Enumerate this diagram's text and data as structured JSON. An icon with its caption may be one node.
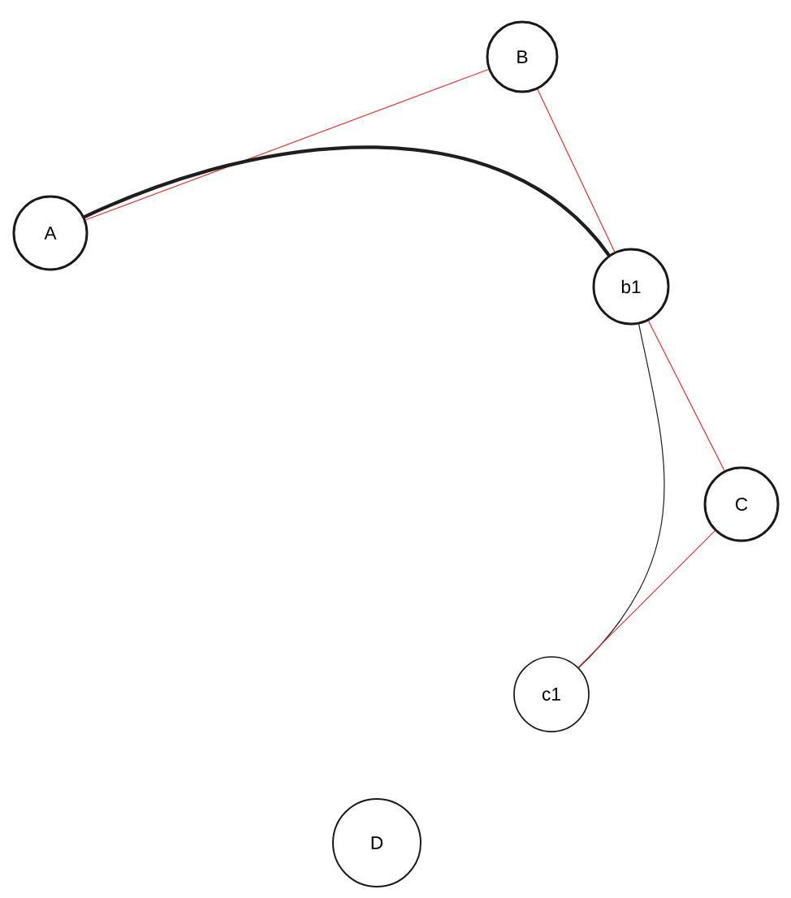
{
  "diagram": {
    "nodes": [
      {
        "text": [
          "A"
        ]
      },
      {
        "text": [
          "B"
        ]
      },
      {
        "text": [
          "b1"
        ]
      },
      {
        "text": [
          "C"
        ]
      },
      {
        "text": [
          "c1"
        ]
      },
      {
        "text": [
          "D"
        ]
      }
    ],
    "edges": [
      {
        "from": 0,
        "to": 1,
        "arrow": "none"
      },
      {
        "from": 0,
        "to": 2,
        "arrow": "none",
        "style": "thick",
        "color": "#1e1e1e"
      },
      {
        "from": 1,
        "to": 2,
        "arrow": "none"
      },
      {
        "from": 2,
        "to": 4,
        "arrow": "none",
        "color": "#1e1e1e"
      },
      {
        "from": 2,
        "to": 3,
        "arrow": "none"
      },
      {
        "from": 3,
        "to": 4,
        "arrow": "none"
      }
    ]
  }
}
